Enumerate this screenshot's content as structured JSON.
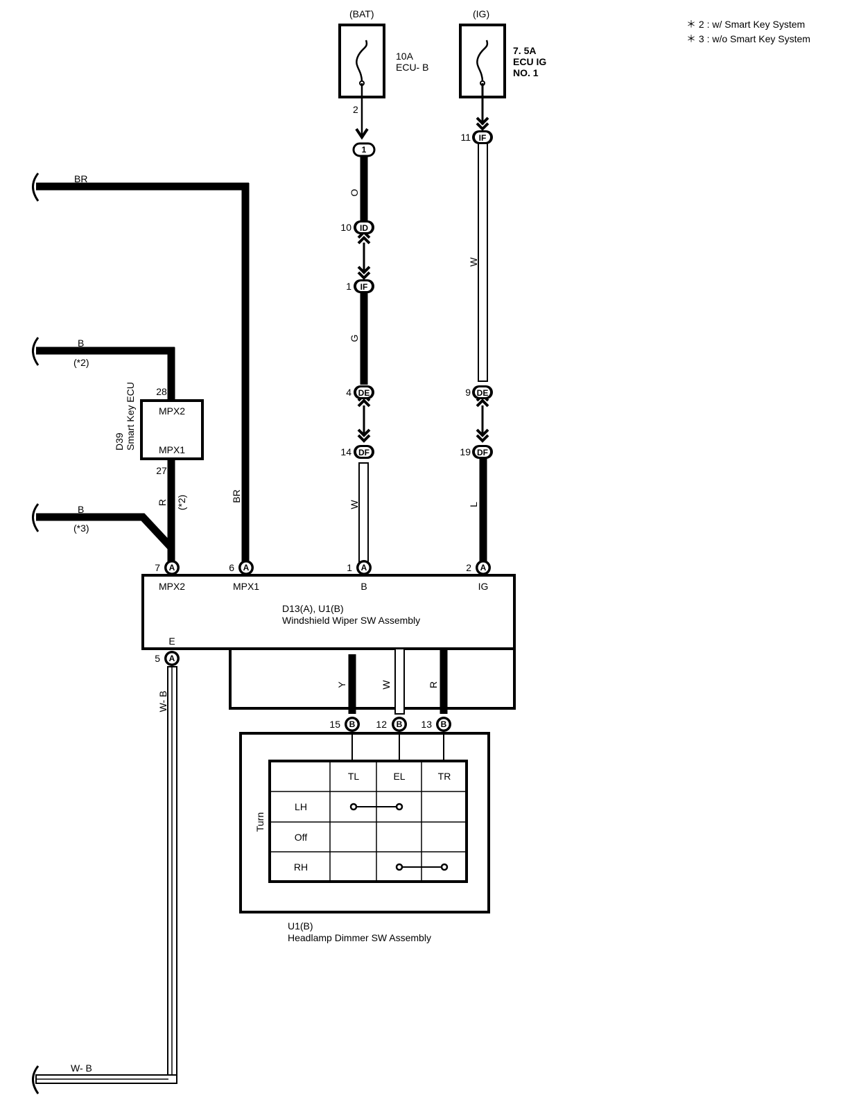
{
  "notes": {
    "note2": "＊ 2 : w/ Smart Key System",
    "note3": "＊ 3 : w/o Smart Key System"
  },
  "fuse_bat": {
    "source": "(BAT)",
    "rating": "10A",
    "name": "ECU- B",
    "pin": "2"
  },
  "fuse_ig": {
    "source": "(IG)",
    "rating": "7. 5A",
    "name1": "ECU IG",
    "name2": "NO. 1"
  },
  "bat_chain": {
    "c1": {
      "pin": "",
      "code": "1"
    },
    "c2": {
      "pin": "10",
      "code": "ID"
    },
    "c3": {
      "pin": "1",
      "code": "IF"
    },
    "c4": {
      "pin": "4",
      "code": "DE"
    },
    "c5": {
      "pin": "14",
      "code": "DF"
    },
    "w1": "O",
    "w2": "G",
    "w3": "W"
  },
  "ig_chain": {
    "c1": {
      "pin": "11",
      "code": "IF"
    },
    "c2": {
      "pin": "9",
      "code": "DE"
    },
    "c3": {
      "pin": "19",
      "code": "DF"
    },
    "w1": "W",
    "w2": "L"
  },
  "left_wires": {
    "br": "BR",
    "b1": "B",
    "b1_note": "(*2)",
    "b2": "B",
    "b2_note": "(*3)",
    "r": "R",
    "r_note": "(*2)",
    "br_vertical": "BR",
    "wb": "W- B",
    "wb_bottom": "W- B"
  },
  "ecu": {
    "code": "D39",
    "name": "Smart Key ECU",
    "t1": "MPX2",
    "t2": "MPX1",
    "pin_top": "28",
    "pin_bottom": "27"
  },
  "main_assembly": {
    "code": "D13(A), U1(B)",
    "name": "Windshield Wiper SW Assembly",
    "terminals": [
      {
        "pin": "7",
        "code": "A",
        "label": "MPX2"
      },
      {
        "pin": "6",
        "code": "A",
        "label": "MPX1"
      },
      {
        "pin": "1",
        "code": "A",
        "label": "B"
      },
      {
        "pin": "2",
        "code": "A",
        "label": "IG"
      }
    ],
    "ground": {
      "pin": "5",
      "code": "A",
      "label": "E"
    }
  },
  "switch_leads": [
    {
      "pin": "15",
      "code": "B",
      "wire": "Y"
    },
    {
      "pin": "12",
      "code": "B",
      "wire": "W"
    },
    {
      "pin": "13",
      "code": "B",
      "wire": "R"
    }
  ],
  "dimmer": {
    "code": "U1(B)",
    "name": "Headlamp Dimmer SW Assembly",
    "axis_label": "Turn",
    "columns": [
      "TL",
      "EL",
      "TR"
    ],
    "rows": [
      "LH",
      "Off",
      "RH"
    ]
  }
}
